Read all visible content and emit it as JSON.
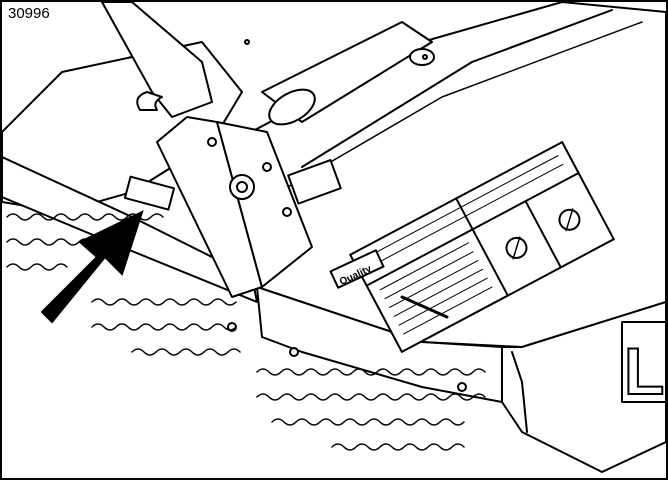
{
  "figure": {
    "id": "30996",
    "deck_logo_fragment": "La",
    "brand_decal": "Quality"
  },
  "colors": {
    "line": "#000000",
    "fill": "#ffffff",
    "arrow": "#000000"
  }
}
